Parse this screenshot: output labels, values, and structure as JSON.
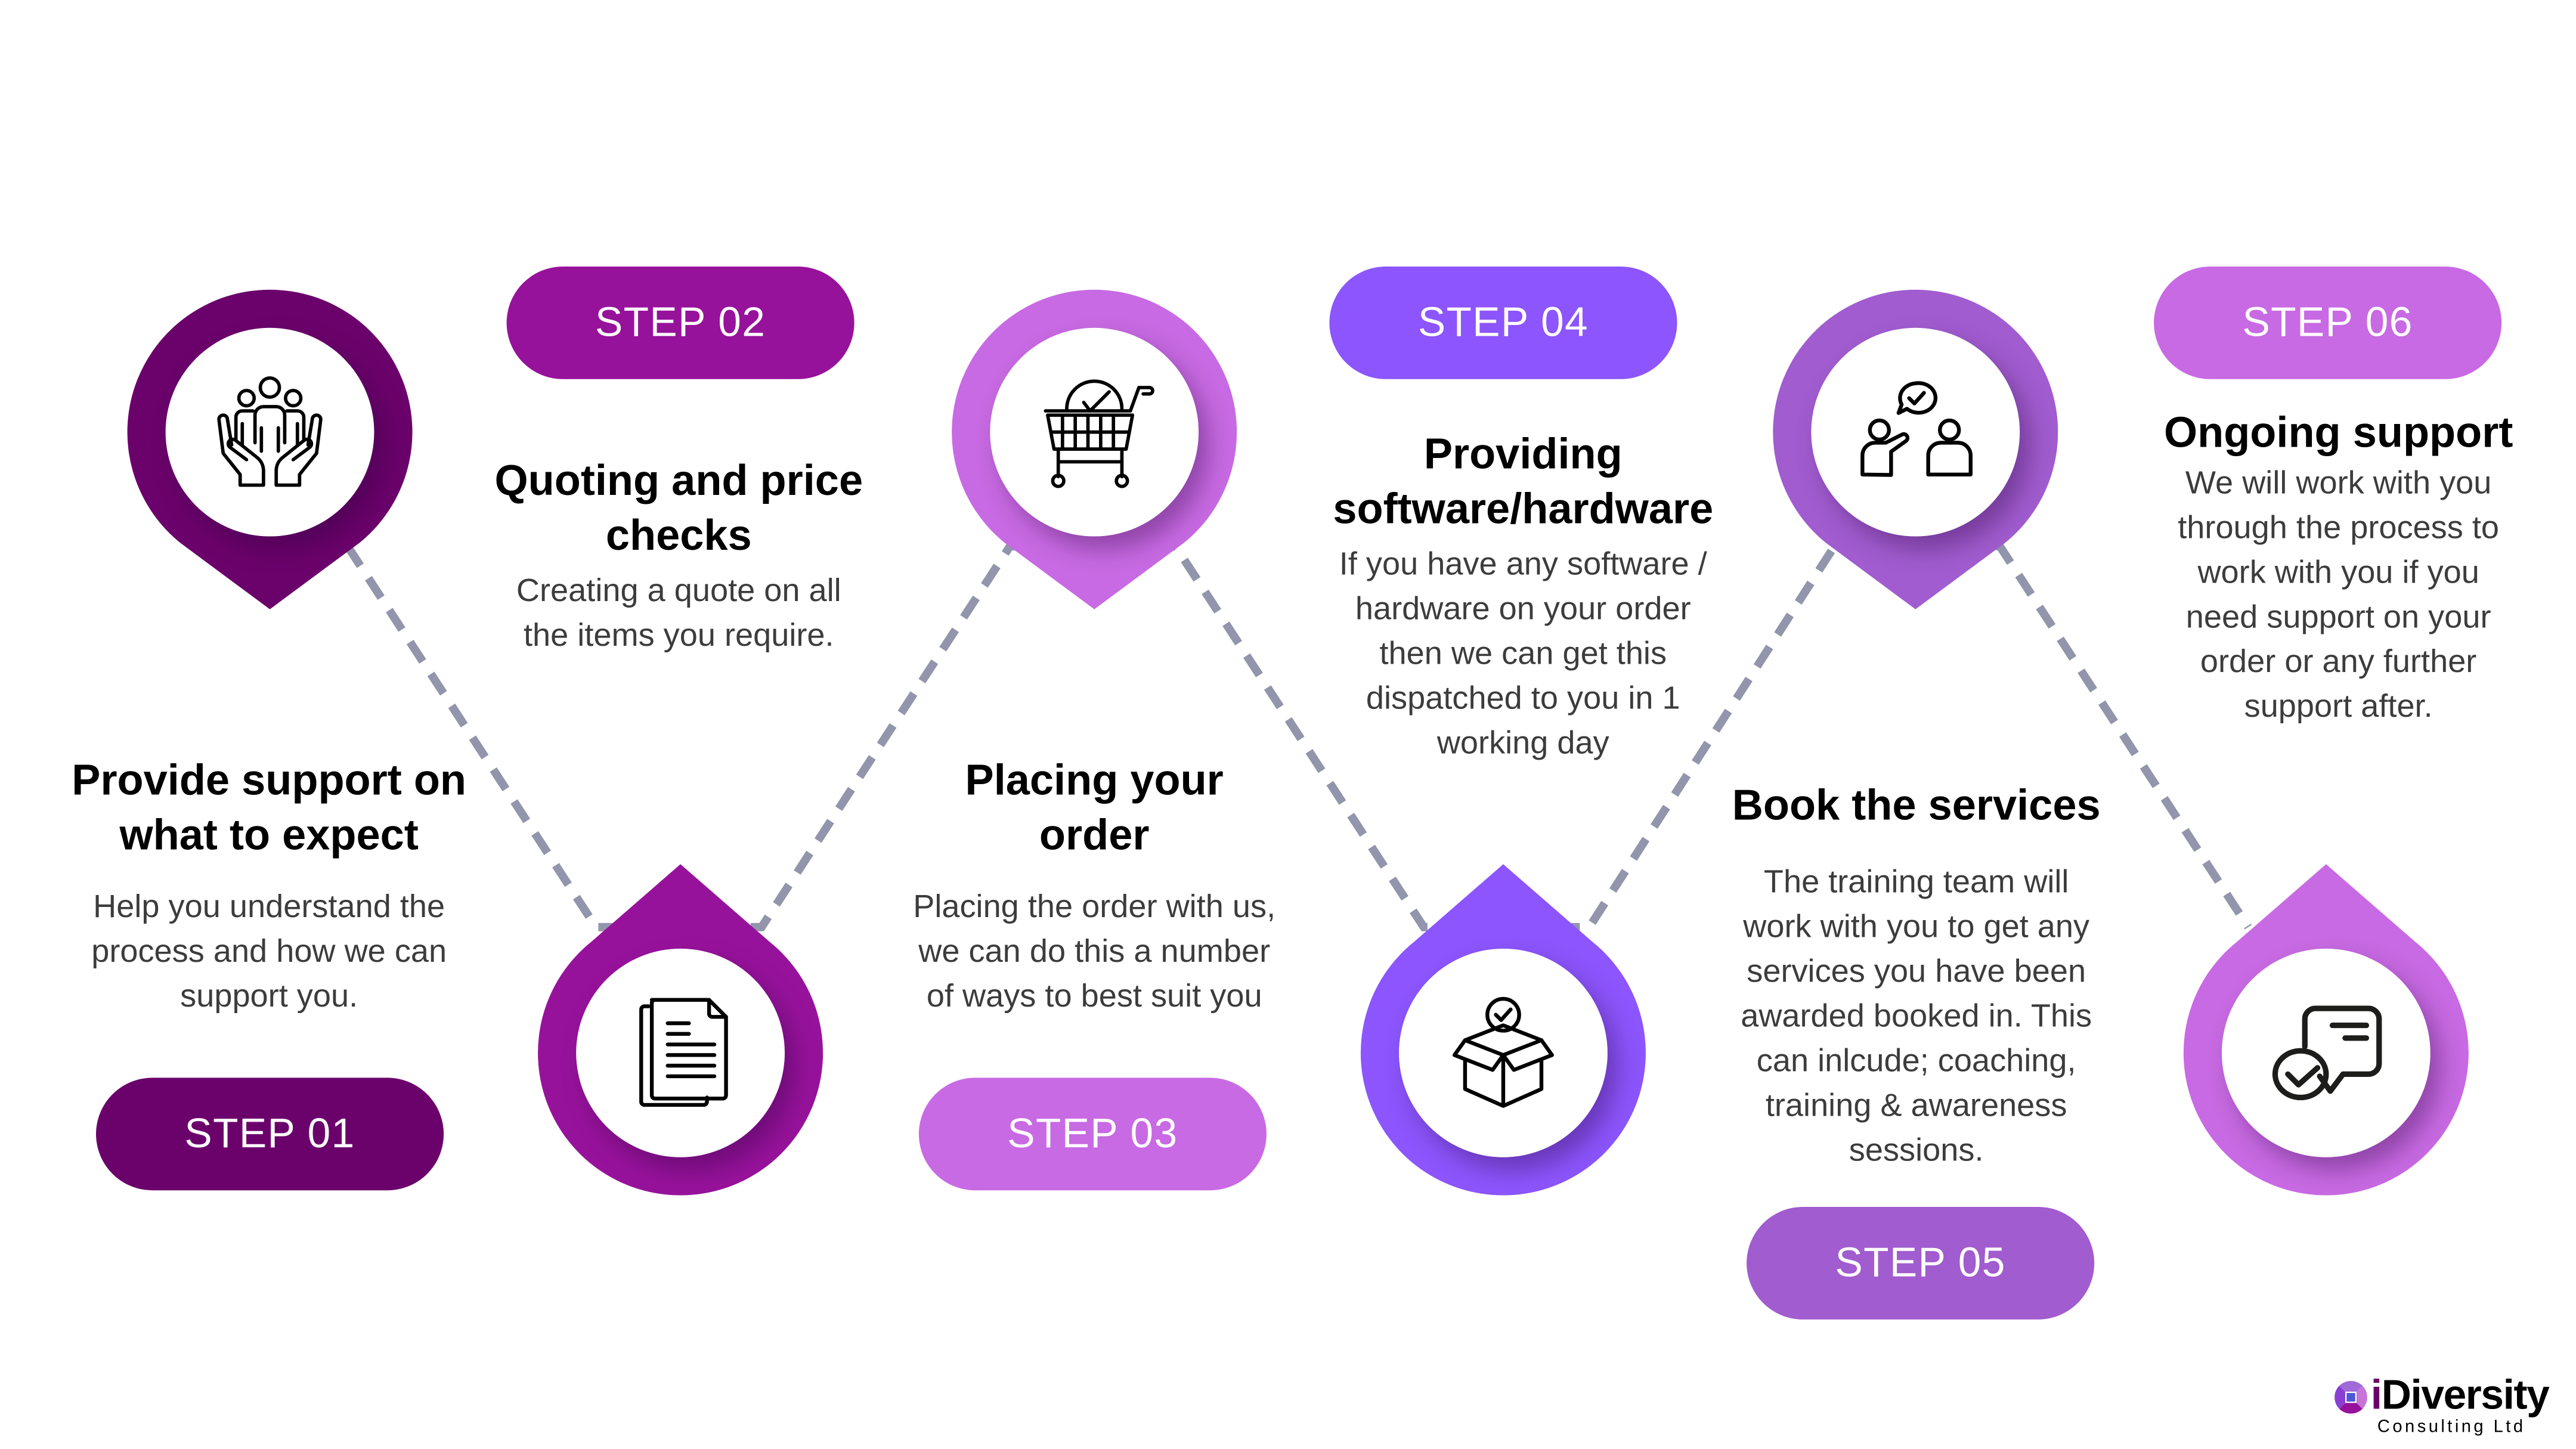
{
  "diagram": {
    "type": "step-process-timeline",
    "connector_color": "#9295ab",
    "steps": [
      {
        "number": 1,
        "pill_label": "STEP 01",
        "color": "#6b026b",
        "icon": "hands-holding-people-icon",
        "title_lines": [
          "Provide support on",
          "what to expect"
        ],
        "desc_lines": [
          "Help you understand the",
          "process and how we can",
          "support you."
        ],
        "pin_orientation": "point-down"
      },
      {
        "number": 2,
        "pill_label": "STEP 02",
        "color": "#97129b",
        "icon": "documents-icon",
        "title_lines": [
          "Quoting and price",
          "checks"
        ],
        "desc_lines": [
          "Creating a quote on all",
          "the items you require."
        ],
        "pin_orientation": "point-up"
      },
      {
        "number": 3,
        "pill_label": "STEP 03",
        "color": "#c86ae3",
        "icon": "shopping-cart-check-icon",
        "title_lines": [
          "Placing your",
          "order"
        ],
        "desc_lines": [
          "Placing the order with us,",
          "we can do this a number",
          "of ways to best suit you"
        ],
        "pin_orientation": "point-down"
      },
      {
        "number": 4,
        "pill_label": "STEP 04",
        "color": "#8c55fd",
        "icon": "box-check-icon",
        "title_lines": [
          "Providing",
          "software/hardware"
        ],
        "desc_lines": [
          "If you have any software /",
          "hardware on your order",
          "then we can get this",
          "dispatched to you in 1",
          "working day"
        ],
        "pin_orientation": "point-up"
      },
      {
        "number": 5,
        "pill_label": "STEP 05",
        "color": "#a15ccf",
        "icon": "people-conversation-check-icon",
        "title_lines": [
          "Book the services"
        ],
        "desc_lines": [
          "The training team will",
          "work with you to get any",
          "services you have been",
          "awarded booked in. This",
          "can inlcude; coaching,",
          "training & awareness",
          "sessions."
        ],
        "pin_orientation": "point-down"
      },
      {
        "number": 6,
        "pill_label": "STEP 06",
        "color": "#c86ae3",
        "icon": "chat-bubble-check-icon",
        "title_lines": [
          "Ongoing support"
        ],
        "desc_lines": [
          "We will work with you",
          "through the process to",
          "work with you if you",
          "need support on your",
          "order or any further",
          "support after."
        ],
        "pin_orientation": "point-up"
      }
    ]
  },
  "logo": {
    "brand_prefix": "i",
    "brand_rest": "Diversity",
    "subtitle": "Consulting Ltd",
    "colors": [
      "#a06ad8",
      "#8a3fd4",
      "#c674d6",
      "#97129b",
      "#4e55d6"
    ]
  }
}
